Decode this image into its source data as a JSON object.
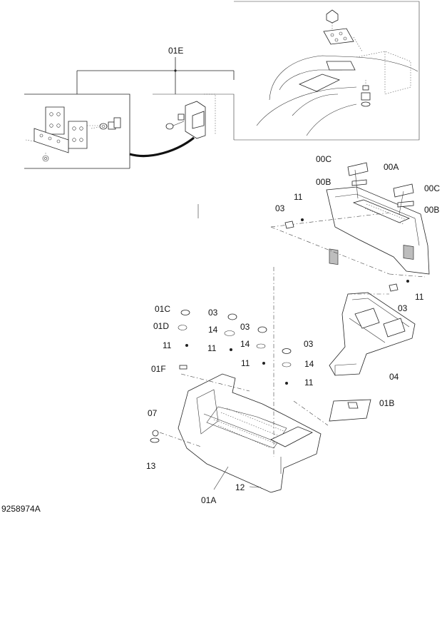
{
  "drawing_number": "9258974A",
  "callouts": {
    "c01E": "01E",
    "c00C_top": "00C",
    "c00A": "00A",
    "c00B_top": "00B",
    "c00C_right": "00C",
    "c00B_right": "00B",
    "c11_a": "11",
    "c03_a": "03",
    "c11_b": "11",
    "c03_b": "03",
    "c01C": "01C",
    "c03_c": "03",
    "c01D": "01D",
    "c14_a": "14",
    "c03_d": "03",
    "c11_c": "11",
    "c11_d": "11",
    "c14_b": "14",
    "c03_e": "03",
    "c04": "04",
    "c01F": "01F",
    "c11_e": "11",
    "c14_c": "14",
    "c11_f": "11",
    "c01B": "01B",
    "c07": "07",
    "c13": "13",
    "c12": "12",
    "c01A": "01A"
  }
}
